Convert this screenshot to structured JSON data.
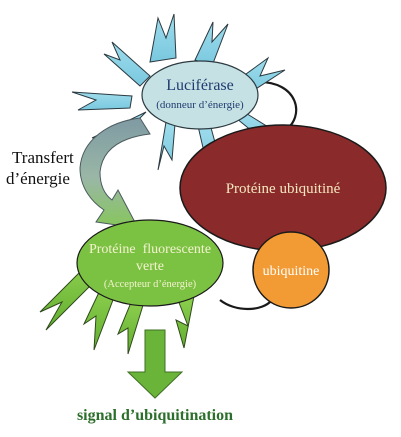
{
  "luciferase": {
    "name": "Luciférase",
    "role": "(donneur d’énergie)"
  },
  "transfer_label": {
    "line1": "Transfert",
    "line2": "d’énergie"
  },
  "ubiquitinated_protein": {
    "label": "Protéine ubiquitiné"
  },
  "ubiquitin": {
    "label": "ubiquitine"
  },
  "fluorescent_protein": {
    "line1": "Protéine  fluorescente",
    "line2": "verte",
    "role": "(Accepteur d’énergie)"
  },
  "output": {
    "label": "signal d’ubiquitination"
  },
  "colors": {
    "luciferase_fill": "#c6e1e3",
    "burst_fill": "#8fd3e6",
    "protein_fill": "#8b2a2a",
    "ubiquitin_fill": "#f29a33",
    "fluor_fill": "#7cc242",
    "fluor_text": "#f3f2d0",
    "curved_arrow": "#8aa3ab",
    "down_arrow": "#6ab43a",
    "output_text": "#2c6e2b"
  }
}
